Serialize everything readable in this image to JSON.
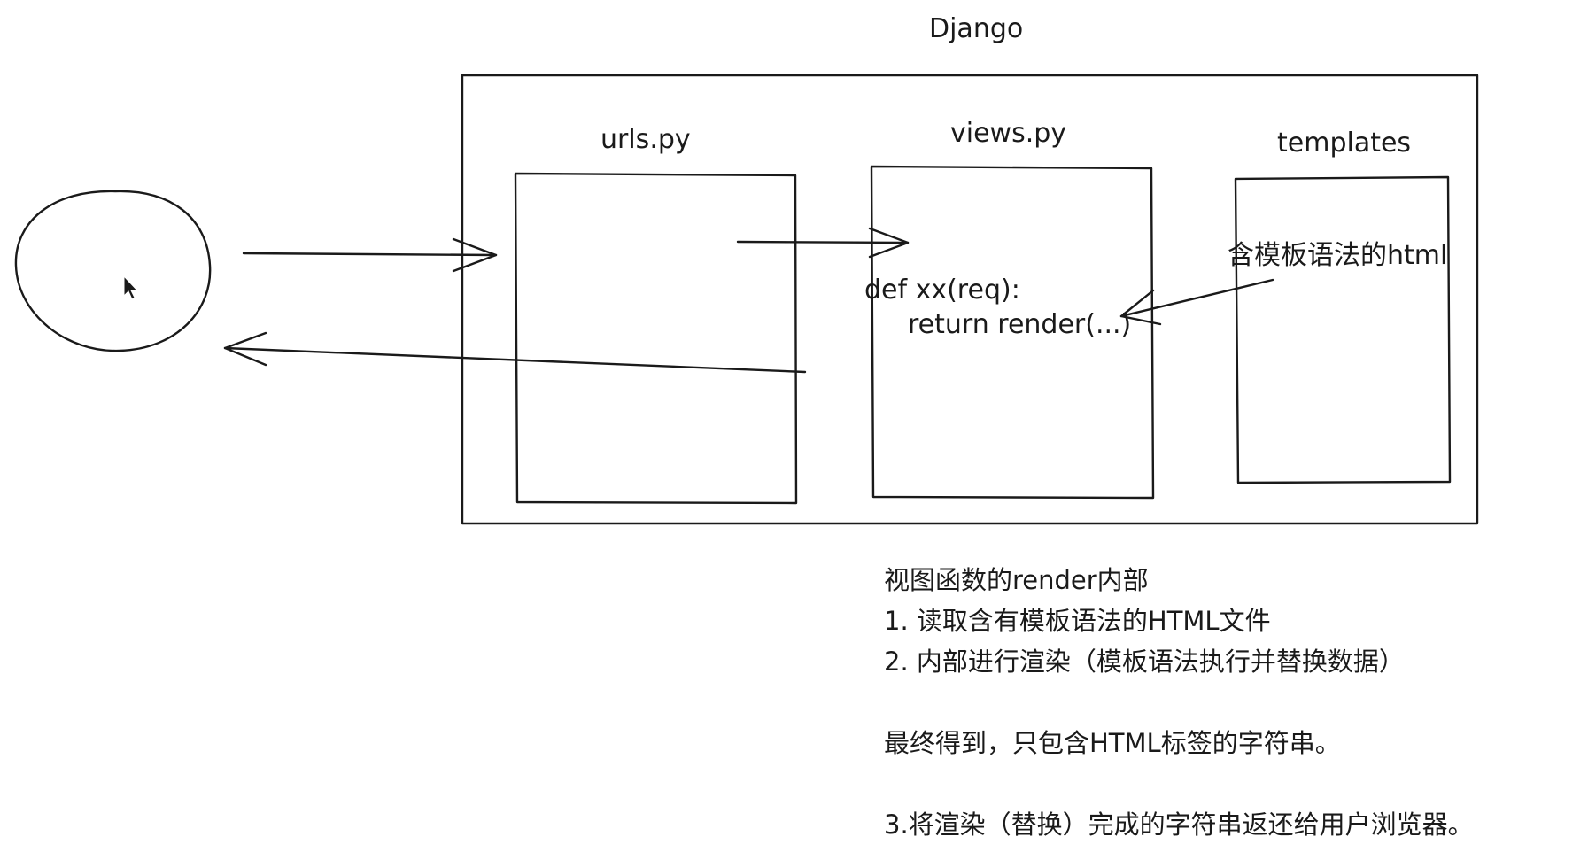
{
  "title": "Django",
  "boxes": {
    "urls": "urls.py",
    "views": "views.py",
    "templates": "templates"
  },
  "views_code": {
    "line1": "def xx(req):",
    "line2": "return render(...)"
  },
  "templates_text": "含模板语法的html",
  "notes": {
    "heading": "视图函数的render内部",
    "step1": "1. 读取含有模板语法的HTML文件",
    "step2": "2. 内部进行渲染（模板语法执行并替换数据）",
    "result": "最终得到，只包含HTML标签的字符串。",
    "step3": "3.将渲染（替换）完成的字符串返还给用户浏览器。"
  }
}
